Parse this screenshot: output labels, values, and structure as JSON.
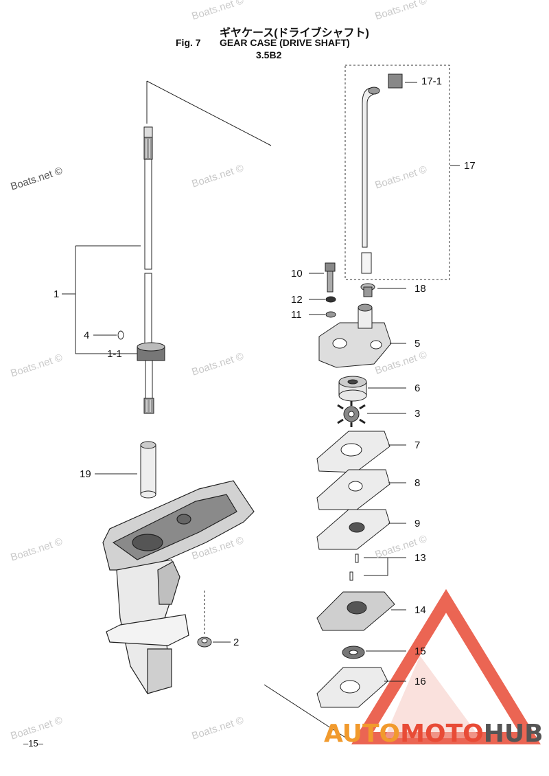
{
  "header": {
    "title_jp": "ギヤケース(ドライブシャフト)",
    "fig_label": "Fig. 7",
    "title_en": "GEAR CASE (DRIVE SHAFT)",
    "model": "3.5B2"
  },
  "callouts": {
    "c17_1": "17-1",
    "c17": "17",
    "c18": "18",
    "c10": "10",
    "c12": "12",
    "c11": "11",
    "c5": "5",
    "c6": "6",
    "c3": "3",
    "c7": "7",
    "c8": "8",
    "c9": "9",
    "c13": "13",
    "c14": "14",
    "c15": "15",
    "c16": "16",
    "c1": "1",
    "c4": "4",
    "c1_1": "1-1",
    "c19": "19",
    "c2": "2"
  },
  "watermark": "Boats.net ©",
  "page_number": "–15–",
  "logo": {
    "part1": "AUTO",
    "part2": "MOTO",
    "part3": "HUB"
  },
  "colors": {
    "logo_orange": "#f19a2d",
    "logo_red": "#e84b36",
    "logo_grey": "#555555",
    "triangle": "#e84b36"
  }
}
